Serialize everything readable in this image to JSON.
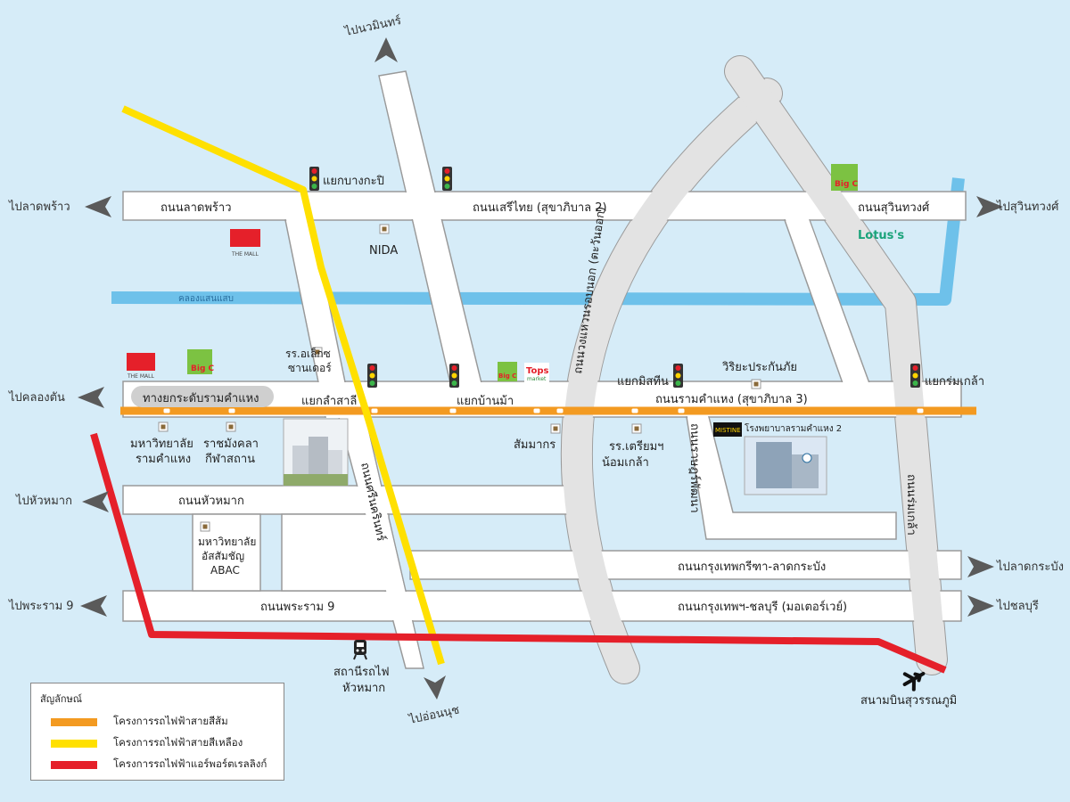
{
  "roads": {
    "lat_phrao": "ถนนลาดพร้าว",
    "seri_thai": "ถนนเสรีไทย (สุขาภิบาล 2)",
    "suwinthawong": "ถนนสุวินทวงศ์",
    "ramkhamhaeng": "ถนนรามคำแหง (สุขาภิบาล 3)",
    "hua_mak": "ถนนหัวหมาก",
    "krungthep_kreetha": "ถนนกรุงเทพกรีฑา-ลาดกระบัง",
    "rama9": "ถนนพระราม 9",
    "motorway": "ถนนกรุงเทพฯ-ชลบุรี (มอเตอร์เวย์)",
    "srinakarin": "ถนนศรีนครินทร์",
    "rat_phatthana": "ถนนราษฎร์พัฒนา",
    "rom_klao": "ถนนร่มเกล้า",
    "outer_ring": "ถนนวงแหวนรอบนอก (ตะวันออก)",
    "expressway": "ทางยกระดับรามคำแหง",
    "canal": "คลองแสนแสบ"
  },
  "directions": {
    "nawamin": "ไปนวมินทร์",
    "lat_phrao": "ไปลาดพร้าว",
    "suwinthawong": "ไปสุวินทวงศ์",
    "khlong_tan": "ไปคลองตัน",
    "hua_mak": "ไปหัวหมาก",
    "lat_krabang": "ไปลาดกระบัง",
    "rama9": "ไปพระราม 9",
    "chonburi": "ไปชลบุรี",
    "on_nut": "ไปอ่อนนุช"
  },
  "intersections": {
    "bang_kapi": "แยกบางกะปิ",
    "lam_sali": "แยกลำสาลี",
    "ban_ma": "แยกบ้านม้า",
    "mistine": "แยกมิสทีน",
    "rom_klao": "แยกร่มเกล้า"
  },
  "places": {
    "nida": "NIDA",
    "the_mall": "THE MALL",
    "alexander_1": "รร.อเล็กซ",
    "alexander_2": "ซานเดอร์",
    "wirya": "วิริยะประกันภัย",
    "ru_1": "มหาวิทยาลัย",
    "ru_2": "รามคำแหง",
    "rmutk_1": "ราชมังคลา",
    "rmutk_2": "กีฬาสถาน",
    "sammakon": "สัมมากร",
    "triam_1": "รร.เตรียมฯ",
    "triam_2": "น้อมเกล้า",
    "hospital": "โรงพยาบาลรามคำแหง 2",
    "abac_1": "มหาวิทยาลัย",
    "abac_2": "อัสสัมชัญ",
    "abac_3": "ABAC",
    "station_1": "สถานีรถไฟ",
    "station_2": "หัวหมาก",
    "airport": "สนามบินสุวรรณภูมิ",
    "lotus": "Lotus's",
    "tops": "Tops",
    "tops_sub": "market",
    "bigc": "Big C",
    "mistine_logo": "MISTINE"
  },
  "legend": {
    "title": "สัญลักษณ์",
    "orange": "โครงการรถไฟฟ้าสายสีส้ม",
    "yellow": "โครงการรถไฟฟ้าสายสีเหลือง",
    "red": "โครงการรถไฟฟ้าแอร์พอร์ตเรลลิงก์"
  },
  "colors": {
    "orange_line": "#f39a21",
    "yellow_line": "#ffe000",
    "red_line": "#e5202a",
    "canal": "#6ec1ea",
    "road": "#ffffff",
    "ring_road": "#e3e3e3",
    "background": "#d6ecf8"
  },
  "icons": {
    "traffic_light": "traffic-light-icon",
    "arrow": "direction-arrow-icon",
    "airplane": "airplane-icon",
    "train": "train-icon",
    "poi": "poi-marker-icon"
  }
}
